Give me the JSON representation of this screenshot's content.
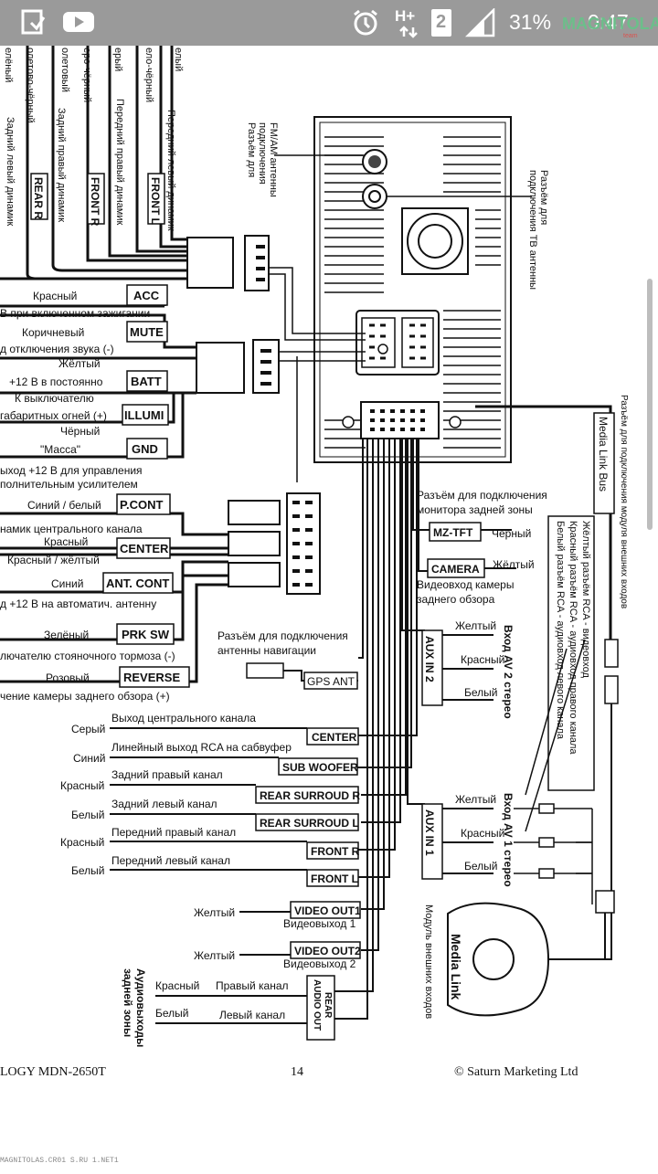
{
  "status_bar": {
    "left_icons": [
      "notification-icon",
      "youtube-icon"
    ],
    "alarm_icon": "alarm-icon",
    "network": "H+",
    "sim": "2",
    "battery": "31%",
    "time": "0:47",
    "watermark": "MAGNITOLA",
    "watermark_sub": "team"
  },
  "diagram": {
    "top_wires": [
      "елёный",
      "олетово-чёрный",
      "олетовый",
      "еро-чёрный",
      "ерый",
      "ело-чёрный",
      "елый"
    ],
    "speakers": [
      "Задний левый динамик",
      "Задний правый динамик",
      "Передний правый динамик",
      "Передний левый динамик"
    ],
    "speaker_tags": [
      "REAR R",
      "FRONT R",
      "FRONT L"
    ],
    "antenna_fm": "Разъём для подключения FM/AM антенны",
    "antenna_tv": "Разъём для подключения ТВ антенны",
    "media_link_vertical": "Разъём для подключения модуля внешних входов",
    "media_link_bus": "Media Link Bus",
    "power": [
      {
        "tag": "ACC",
        "color": "Красный",
        "desc": "В при включенном зажигании"
      },
      {
        "tag": "MUTE",
        "color": "Коричневый",
        "desc": "д отключения звука (-)"
      },
      {
        "tag": "BATT",
        "color": "Жёлтый",
        "desc": "+12 В в постоянно",
        "desc2": "К выключателю"
      },
      {
        "tag": "ILLUMI",
        "color": "",
        "desc": "габаритных огней (+)"
      },
      {
        "tag": "GND",
        "color": "Чёрный",
        "desc": "\"Масса\""
      }
    ],
    "amp_text1": "ыход +12 В для управления",
    "amp_text2": "полнительным усилителем",
    "p_cont": {
      "tag": "P.CONT",
      "color": "Синий / белый"
    },
    "center_text": "намик центрального канала",
    "center": {
      "tag": "CENTER",
      "color1": "Красный",
      "color2": "Красный / жёлтый"
    },
    "ant_cont": {
      "tag": "ANT. CONT",
      "color": "Синий",
      "desc": "д +12 В на автоматич. антенну"
    },
    "prk": {
      "tag": "PRK SW",
      "color": "Зелёный",
      "desc": "лючателю стояночного тормоза (-)"
    },
    "reverse": {
      "tag": "REVERSE",
      "color": "Розовый",
      "desc": "чение камеры заднего обзора (+)"
    },
    "rear_monitor": "Разъём для подключения монитора задней зоны",
    "mz_tft": {
      "tag": "MZ-TFT",
      "color": "Чёрный"
    },
    "camera": {
      "tag": "CAMERA",
      "color": "Жёлтый",
      "desc1": "Видеовход камеры",
      "desc2": "заднего обзора"
    },
    "rca_legend": [
      "Жёлтый разъём RCA - видеовход",
      "Красный разъём RCA - аудиовход правого канала",
      "Белый разъём RCA - аудиовход левого канала"
    ],
    "nav_text1": "Разъём для подключения",
    "nav_text2": "антенны навигации",
    "gps": "GPS ANT",
    "aux2": {
      "tag": "AUX IN 2",
      "title": "Вход AV 2 стерео",
      "colors": [
        "Желтый",
        "Красный",
        "Белый"
      ]
    },
    "aux1": {
      "tag": "AUX IN 1",
      "title": "Вход AV 1 стерео",
      "colors": [
        "Желтый",
        "Красный",
        "Белый"
      ]
    },
    "outputs": [
      {
        "color": "Серый",
        "desc": "Выход центрального канала",
        "tag": "CENTER"
      },
      {
        "color": "Синий",
        "desc": "Линейный выход RCA на сабвуфер",
        "tag": "SUB WOOFER"
      },
      {
        "color": "Красный",
        "desc": "Задний правый канал",
        "tag": "REAR SURROUD R"
      },
      {
        "color": "Белый",
        "desc": "Задний левый канал",
        "tag": "REAR SURROUD L"
      },
      {
        "color": "Красный",
        "desc": "Передний правый канал",
        "tag": "FRONT R"
      },
      {
        "color": "Белый",
        "desc": "Передний левый канал",
        "tag": "FRONT L"
      }
    ],
    "video1": {
      "tag": "VIDEO OUT1",
      "color": "Желтый",
      "desc": "Видеовыход 1"
    },
    "video2": {
      "tag": "VIDEO OUT2",
      "color": "Желтый",
      "desc": "Видеовыход 2"
    },
    "rear_audio": {
      "tag1": "REAR",
      "tag2": "AUDIO OUT",
      "title1": "Аудиовыходы",
      "title2": "задней зоны",
      "right": {
        "color": "Красный",
        "desc": "Правый канал"
      },
      "left": {
        "color": "Белый",
        "desc": "Левый канал"
      }
    },
    "media_link": {
      "label": "Media Link",
      "caption": "Модуль внешних входов"
    }
  },
  "footer": {
    "model": "LOGY MDN-2650T",
    "page": "14",
    "copyright": "© Saturn Marketing Ltd"
  },
  "bottom_strip": "MAGNITOLAS.CR01 S.RU 1.NET1"
}
